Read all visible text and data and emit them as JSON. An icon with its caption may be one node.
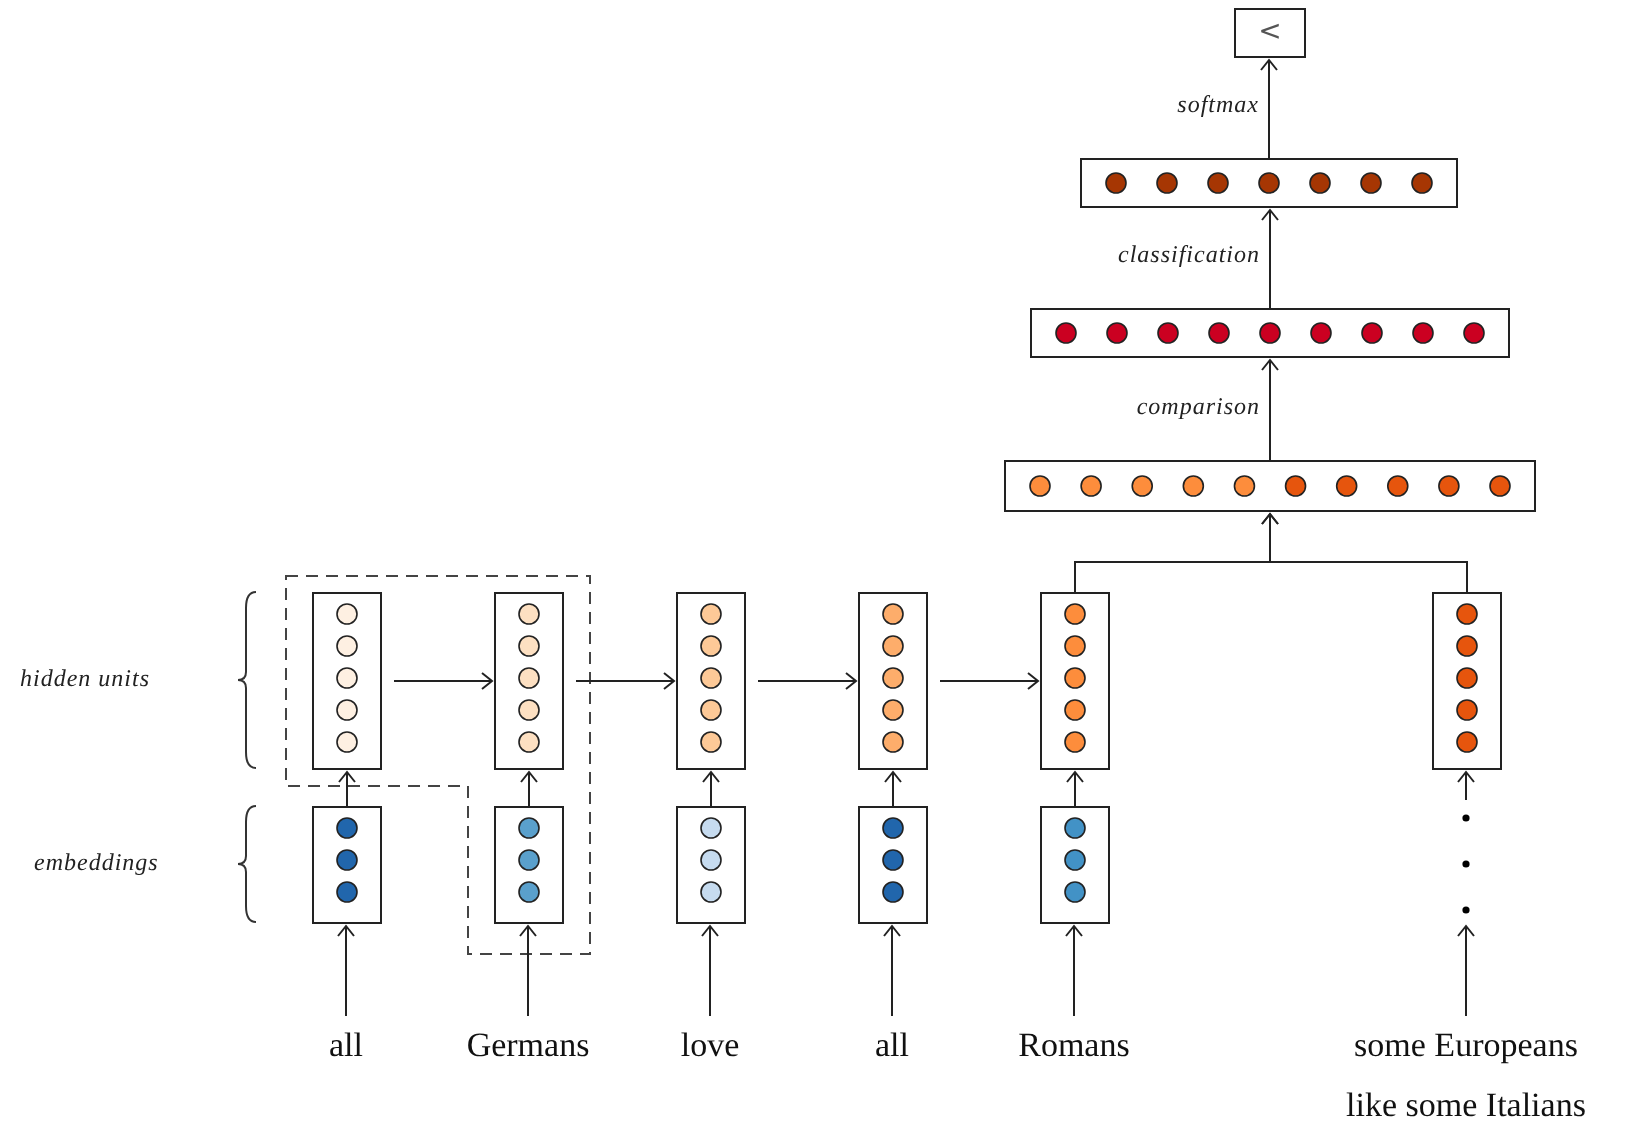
{
  "diagram": {
    "nodes": [
      {
        "text": [
          "<"
        ]
      },
      {
        "text": [],
        "shape": "box"
      },
      {
        "text": [],
        "shape": "box"
      },
      {
        "text": [],
        "shape": "box"
      },
      {
        "text": [],
        "shape": "box"
      },
      {
        "text": [],
        "shape": "box"
      },
      {
        "text": [],
        "shape": "box"
      },
      {
        "text": [],
        "shape": "box"
      },
      {
        "text": [],
        "shape": "box"
      },
      {
        "text": [],
        "shape": "box"
      },
      {
        "text": [],
        "shape": "box"
      },
      {
        "text": [],
        "shape": "box"
      },
      {
        "text": [],
        "shape": "box"
      },
      {
        "text": [],
        "shape": "box"
      },
      {
        "text": [],
        "shape": "box"
      },
      {
        "text": [],
        "shape": "dots"
      },
      {
        "text": [
          "all"
        ]
      },
      {
        "text": [
          "Germans"
        ]
      },
      {
        "text": [
          "love"
        ]
      },
      {
        "text": [
          "all"
        ]
      },
      {
        "text": [
          "Romans"
        ]
      },
      {
        "text": [
          "some Europeans like some Italians"
        ]
      }
    ],
    "edges": [
      {
        "from": 16,
        "to": 10,
        "arrow": "to"
      },
      {
        "from": 17,
        "to": 11,
        "arrow": "to"
      },
      {
        "from": 18,
        "to": 12,
        "arrow": "to"
      },
      {
        "from": 19,
        "to": 13,
        "arrow": "to"
      },
      {
        "from": 20,
        "to": 14,
        "arrow": "to"
      },
      {
        "from": 21,
        "to": 15,
        "arrow": "to"
      },
      {
        "from": 10,
        "to": 4,
        "arrow": "to"
      },
      {
        "from": 11,
        "to": 5,
        "arrow": "to"
      },
      {
        "from": 12,
        "to": 6,
        "arrow": "to"
      },
      {
        "from": 13,
        "to": 7,
        "arrow": "to"
      },
      {
        "from": 14,
        "to": 8,
        "arrow": "to"
      },
      {
        "from": 15,
        "to": 9,
        "arrow": "to"
      },
      {
        "from": 4,
        "to": 5,
        "arrow": "to"
      },
      {
        "from": 5,
        "to": 6,
        "arrow": "to"
      },
      {
        "from": 6,
        "to": 7,
        "arrow": "to"
      },
      {
        "from": 7,
        "to": 8,
        "arrow": "to"
      },
      {
        "from": 8,
        "to": 3,
        "arrow": "to"
      },
      {
        "from": 9,
        "to": 3,
        "arrow": "to"
      },
      {
        "from": 3,
        "to": 2,
        "label": "comparison",
        "arrow": "to"
      },
      {
        "from": 2,
        "to": 1,
        "label": "classification",
        "arrow": "to"
      },
      {
        "from": 1,
        "to": 0,
        "label": "softmax",
        "arrow": "to"
      }
    ],
    "labels": [
      "hidden units",
      "embeddings"
    ]
  }
}
